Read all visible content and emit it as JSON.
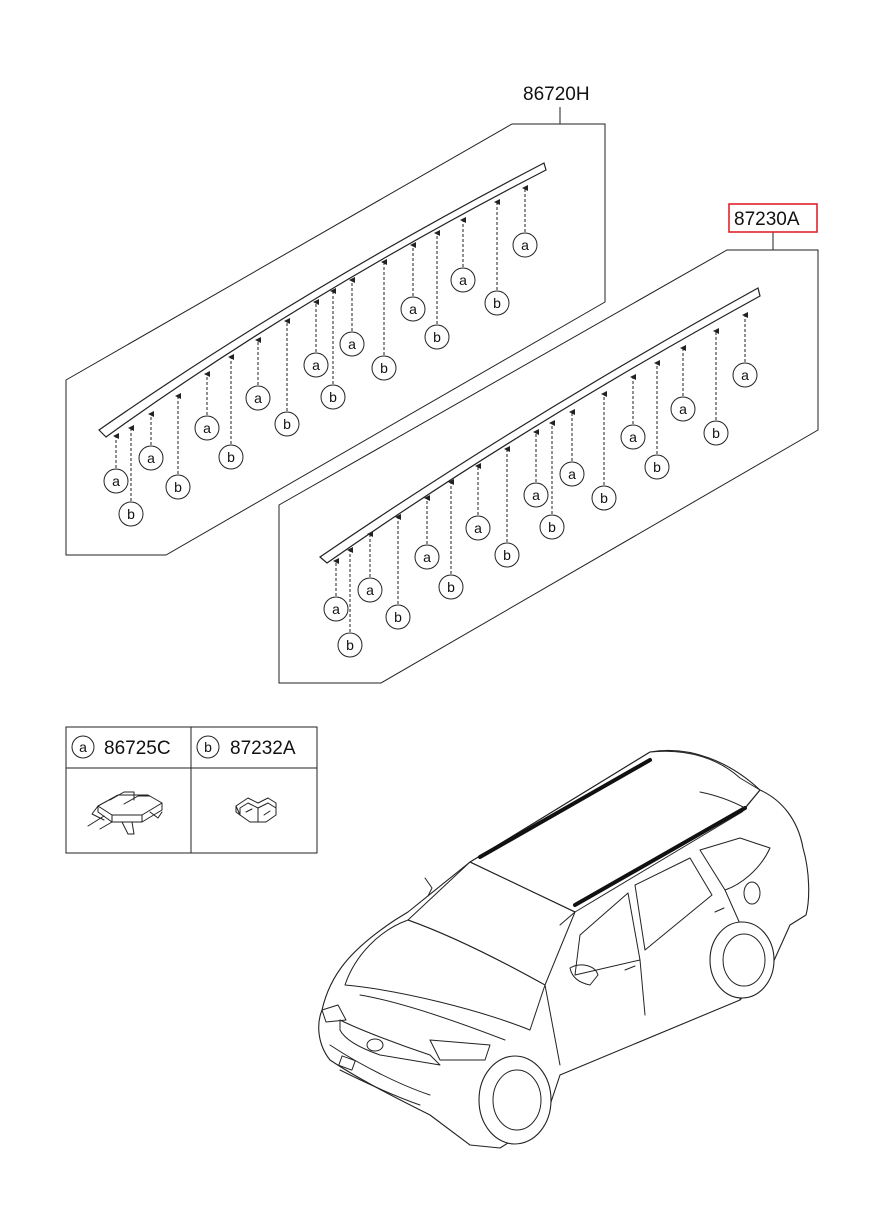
{
  "parts": {
    "left_rail": "86720H",
    "right_rail": "87230A",
    "clip_a": "86725C",
    "clip_b": "87232A"
  },
  "clip_letters": {
    "a": "a",
    "b": "b"
  },
  "highlight_color": "#e0242b"
}
